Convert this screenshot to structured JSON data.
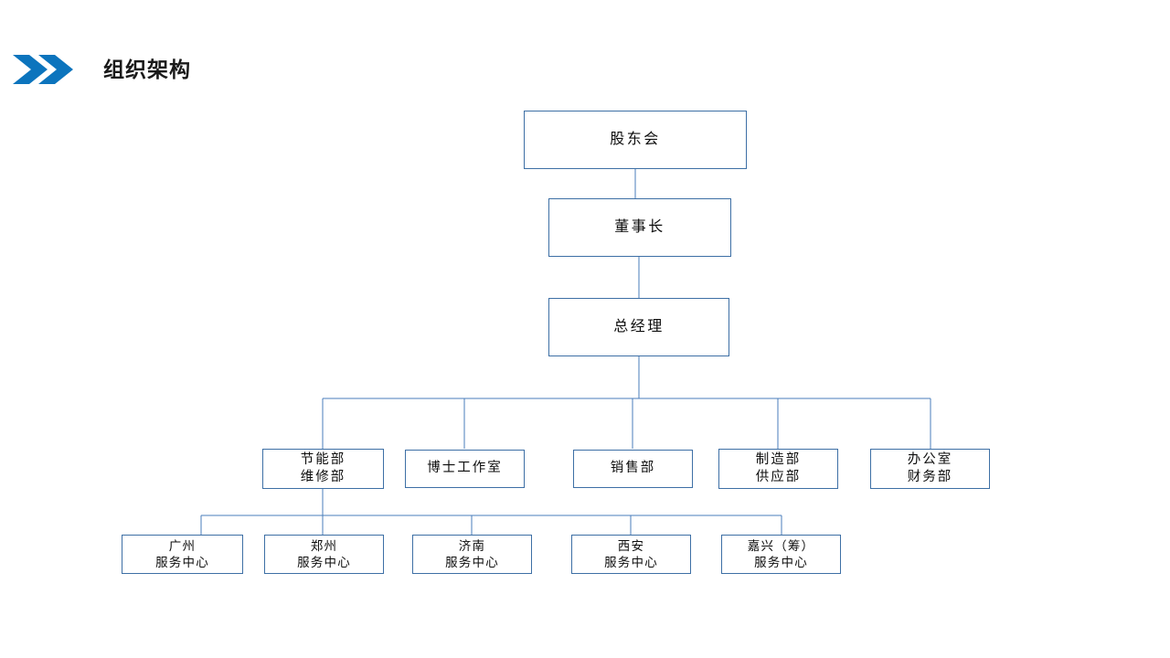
{
  "slide": {
    "title": "组织架构",
    "accent_color": "#0c74bd",
    "box_border_color": "#3d6fa5",
    "connector_color": "#4a7ebb",
    "background": "#ffffff",
    "title_icon": "double-chevron-right-icon"
  },
  "chart_data": {
    "type": "diagram",
    "title": "组织架构",
    "nodes": [
      {
        "id": "shareholders",
        "label": "股东会",
        "lines": [
          "股东会"
        ],
        "level": 1
      },
      {
        "id": "chairman",
        "label": "董事长",
        "lines": [
          "董事长"
        ],
        "level": 2
      },
      {
        "id": "gm",
        "label": "总经理",
        "lines": [
          "总经理"
        ],
        "level": 3
      },
      {
        "id": "dept-energy",
        "label": "节能部 维修部",
        "lines": [
          "节能部",
          "维修部"
        ],
        "level": 4
      },
      {
        "id": "dept-doctor",
        "label": "博士工作室",
        "lines": [
          "博士工作室"
        ],
        "level": 4
      },
      {
        "id": "dept-sales",
        "label": "销售部",
        "lines": [
          "销售部"
        ],
        "level": 4
      },
      {
        "id": "dept-mfg",
        "label": "制造部 供应部",
        "lines": [
          "制造部",
          "供应部"
        ],
        "level": 4
      },
      {
        "id": "dept-office",
        "label": "办公室 财务部",
        "lines": [
          "办公室",
          "财务部"
        ],
        "level": 4
      },
      {
        "id": "svc-guangzhou",
        "label": "广州 服务中心",
        "lines": [
          "广州",
          "服务中心"
        ],
        "level": 5
      },
      {
        "id": "svc-zhengzhou",
        "label": "郑州 服务中心",
        "lines": [
          "郑州",
          "服务中心"
        ],
        "level": 5
      },
      {
        "id": "svc-jinan",
        "label": "济南 服务中心",
        "lines": [
          "济南",
          "服务中心"
        ],
        "level": 5
      },
      {
        "id": "svc-xian",
        "label": "西安 服务中心",
        "lines": [
          "西安",
          "服务中心"
        ],
        "level": 5
      },
      {
        "id": "svc-jiaxing",
        "label": "嘉兴（筹） 服务中心",
        "lines": [
          "嘉兴（筹）",
          "服务中心"
        ],
        "level": 5
      }
    ],
    "edges": [
      {
        "from": "shareholders",
        "to": "chairman"
      },
      {
        "from": "chairman",
        "to": "gm"
      },
      {
        "from": "gm",
        "to": "dept-energy"
      },
      {
        "from": "gm",
        "to": "dept-doctor"
      },
      {
        "from": "gm",
        "to": "dept-sales"
      },
      {
        "from": "gm",
        "to": "dept-mfg"
      },
      {
        "from": "gm",
        "to": "dept-office"
      },
      {
        "from": "dept-energy",
        "to": "svc-guangzhou"
      },
      {
        "from": "dept-energy",
        "to": "svc-zhengzhou"
      },
      {
        "from": "dept-energy",
        "to": "svc-jinan"
      },
      {
        "from": "dept-energy",
        "to": "svc-xian"
      },
      {
        "from": "dept-energy",
        "to": "svc-jiaxing"
      }
    ]
  },
  "boxes": {
    "shareholders": {
      "l0": "股东会"
    },
    "chairman": {
      "l0": "董事长"
    },
    "gm": {
      "l0": "总经理"
    },
    "dept_energy": {
      "l0": "节能部",
      "l1": "维修部"
    },
    "dept_doctor": {
      "l0": "博士工作室"
    },
    "dept_sales": {
      "l0": "销售部"
    },
    "dept_mfg": {
      "l0": "制造部",
      "l1": "供应部"
    },
    "dept_office": {
      "l0": "办公室",
      "l1": "财务部"
    },
    "svc_guangzhou": {
      "l0": "广州",
      "l1": "服务中心"
    },
    "svc_zhengzhou": {
      "l0": "郑州",
      "l1": "服务中心"
    },
    "svc_jinan": {
      "l0": "济南",
      "l1": "服务中心"
    },
    "svc_xian": {
      "l0": "西安",
      "l1": "服务中心"
    },
    "svc_jiaxing": {
      "l0": "嘉兴（筹）",
      "l1": "服务中心"
    }
  }
}
